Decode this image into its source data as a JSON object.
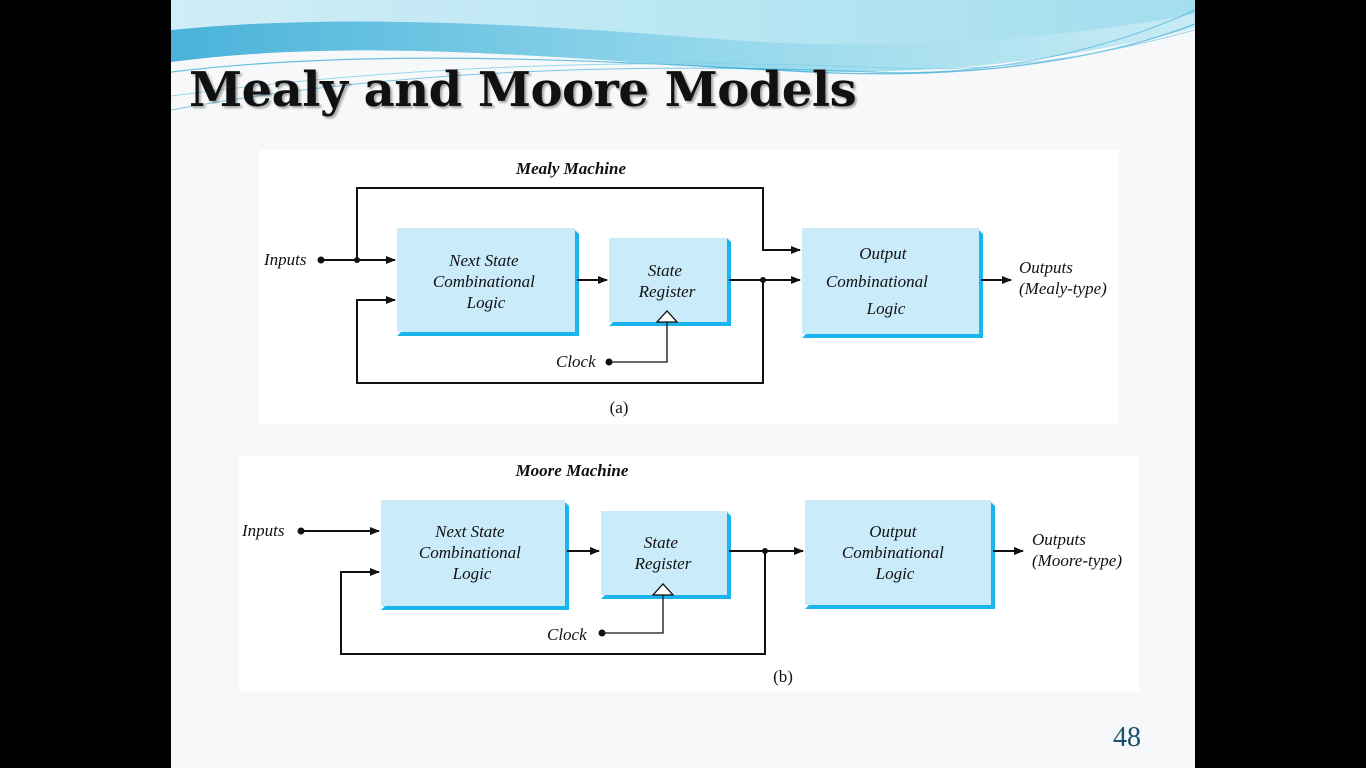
{
  "slide": {
    "title": "Mealy and Moore Models",
    "page_number": "48"
  },
  "mealy": {
    "heading": "Mealy Machine",
    "inputs_label": "Inputs",
    "next_state": [
      "Next State",
      "Combinational",
      "Logic"
    ],
    "state_register": [
      "State",
      "Register"
    ],
    "output_logic": [
      "Output",
      "Combinational",
      "Logic"
    ],
    "clock_label": "Clock",
    "outputs": [
      "Outputs",
      "(Mealy-type)"
    ],
    "caption": "(a)"
  },
  "moore": {
    "heading": "Moore Machine",
    "inputs_label": "Inputs",
    "next_state": [
      "Next State",
      "Combinational",
      "Logic"
    ],
    "state_register": [
      "State",
      "Register"
    ],
    "output_logic": [
      "Output",
      "Combinational",
      "Logic"
    ],
    "clock_label": "Clock",
    "outputs": [
      "Outputs",
      "(Moore-type)"
    ],
    "caption": "(b)"
  },
  "colors": {
    "block_fill": "#c9ebfa",
    "block_shadow": "#19b5ec",
    "wave_light": "#bfe9f4",
    "wave_dark": "#35b6dc"
  }
}
